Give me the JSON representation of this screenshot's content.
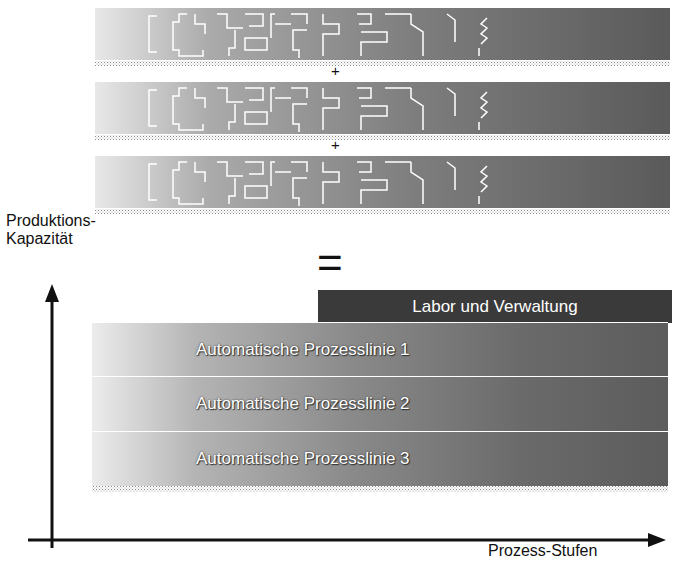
{
  "diagram": {
    "nodes": [
      {
        "text": [
          "Labor und Verwaltung"
        ]
      },
      {
        "text": [
          "Automatische Prozesslinie 1"
        ]
      },
      {
        "text": [
          "Automatische Prozesslinie 2"
        ]
      },
      {
        "text": [
          "Automatische Prozesslinie 3"
        ]
      }
    ],
    "labels": [
      "+",
      "+",
      "=",
      "Produktions- Kapazität",
      "Prozess-Stufen"
    ]
  }
}
